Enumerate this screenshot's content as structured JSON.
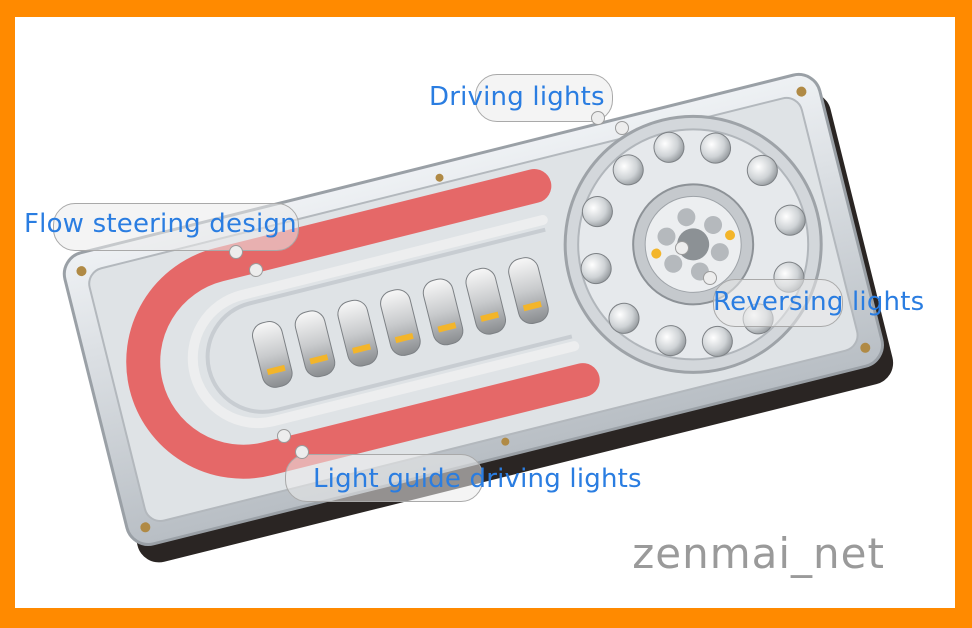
{
  "labels": {
    "driving_lights": "Driving lights",
    "flow_steering_design": "Flow steering design",
    "reversing_lights": "Reversing lights",
    "light_guide_driving_lights": "Light guide driving lights"
  },
  "watermark": "zenmai_net",
  "colors": {
    "border": "#ff8a00",
    "background": "#ffffff",
    "label_text": "#2a7de1",
    "light_guide": "#e65a5a",
    "amber_led": "#f3b52a",
    "watermark": "#9a9a9a"
  }
}
